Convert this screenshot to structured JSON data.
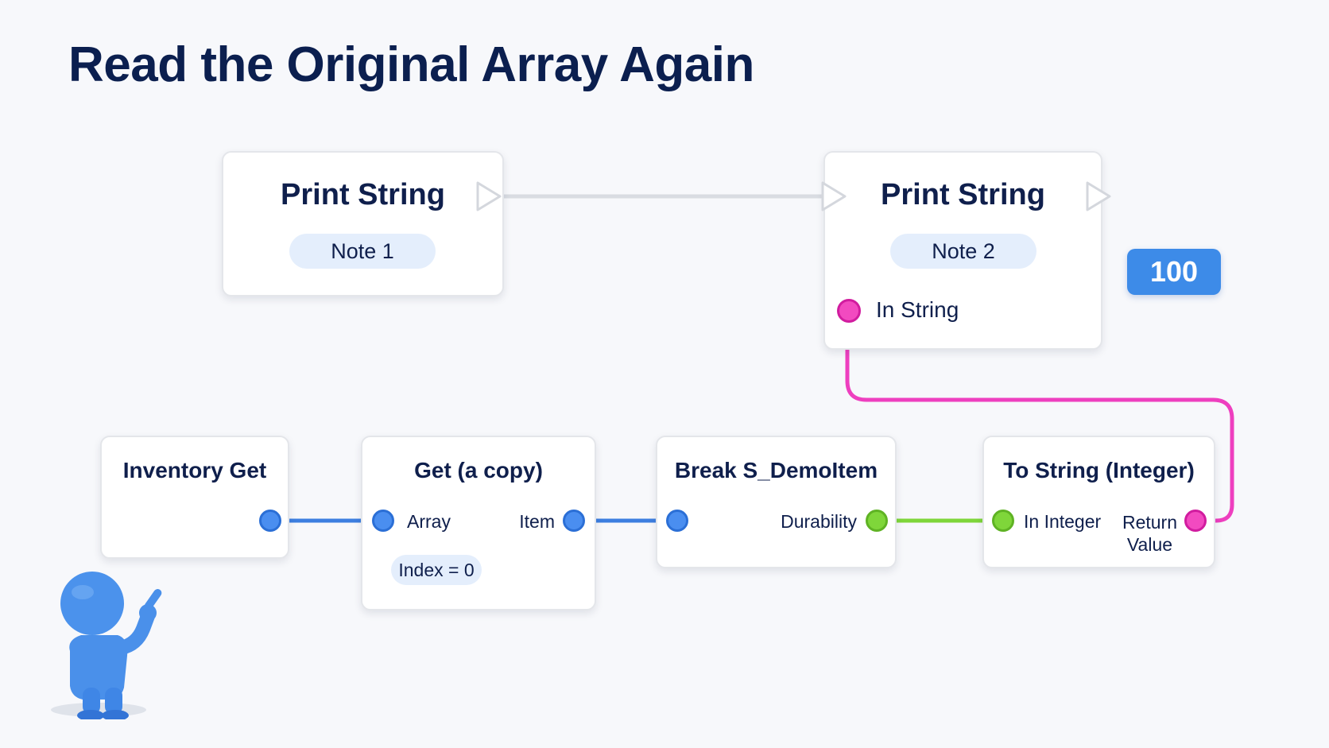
{
  "title": "Read the Original Array Again",
  "nodes": {
    "print1": {
      "title": "Print String",
      "note": "Note 1"
    },
    "print2": {
      "title": "Print String",
      "note": "Note 2",
      "input_label": "In String"
    },
    "inventory_get": {
      "title": "Inventory Get"
    },
    "get_copy": {
      "title": "Get (a copy)",
      "input_label": "Array",
      "output_label": "Item",
      "index_label": "Index = 0"
    },
    "break_item": {
      "title": "Break S_DemoItem",
      "output_label": "Durability"
    },
    "to_string": {
      "title": "To String (Integer)",
      "input_label": "In Integer",
      "output_label_line1": "Return",
      "output_label_line2": "Value"
    }
  },
  "value_badge": "100",
  "colors": {
    "exec_wire": "#d9dce2",
    "object_wire": "#3d7fe0",
    "integer_wire": "#7fd63a",
    "string_wire": "#ee3fbf",
    "badge": "#3d8be8"
  },
  "icons": {
    "exec": "exec-arrow-icon",
    "mascot": "pointing-figure-icon"
  }
}
